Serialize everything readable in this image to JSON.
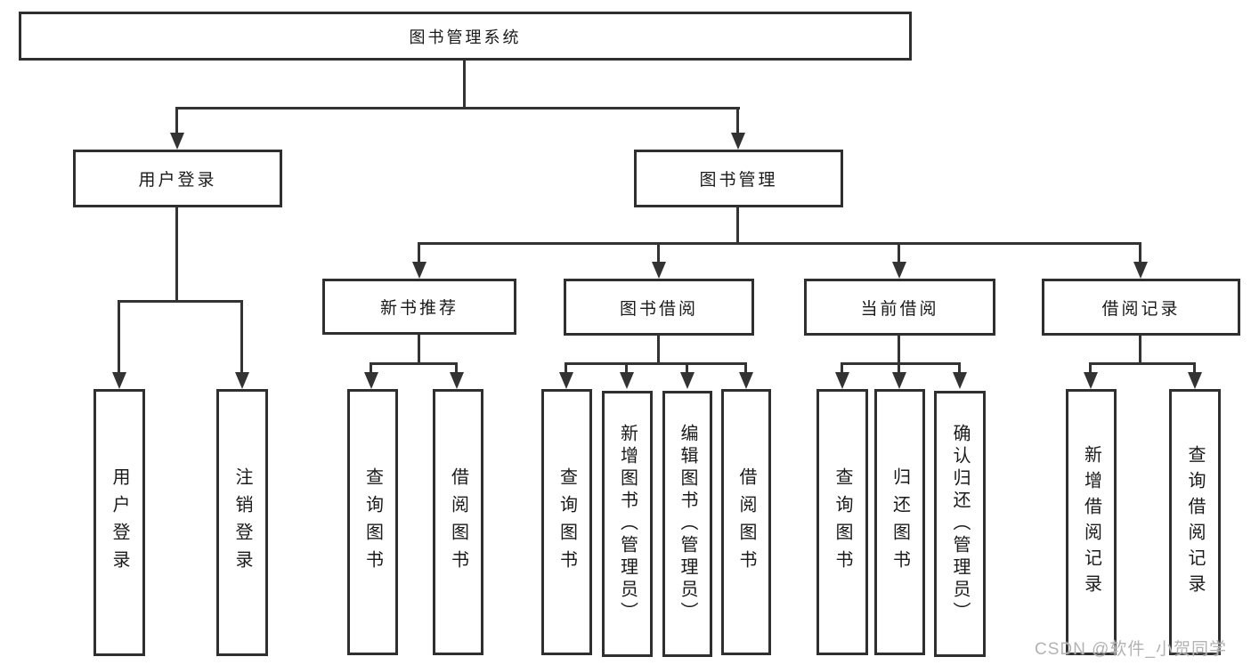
{
  "tree": {
    "label": "图书管理系统",
    "children": [
      {
        "label": "用户登录",
        "children": [
          {
            "label": "用户登录"
          },
          {
            "label": "注销登录"
          }
        ]
      },
      {
        "label": "图书管理",
        "children": [
          {
            "label": "新书推荐",
            "children": [
              {
                "label": "查询图书"
              },
              {
                "label": "借阅图书"
              }
            ]
          },
          {
            "label": "图书借阅",
            "children": [
              {
                "label": "查询图书"
              },
              {
                "label": "新增图书（管理员）"
              },
              {
                "label": "编辑图书（管理员）"
              },
              {
                "label": "借阅图书"
              }
            ]
          },
          {
            "label": "当前借阅",
            "children": [
              {
                "label": "查询图书"
              },
              {
                "label": "归还图书"
              },
              {
                "label": "确认归还（管理员）"
              }
            ]
          },
          {
            "label": "借阅记录",
            "children": [
              {
                "label": "新增借阅记录"
              },
              {
                "label": "查询借阅记录"
              }
            ]
          }
        ]
      }
    ]
  },
  "watermark": {
    "text": "CSDN @软件_小贺同学"
  },
  "colors": {
    "line": "#333333",
    "box_border": "#2f2f2f",
    "text": "#1a1a1a",
    "watermark": "#b3b3b3",
    "background": "#ffffff"
  }
}
